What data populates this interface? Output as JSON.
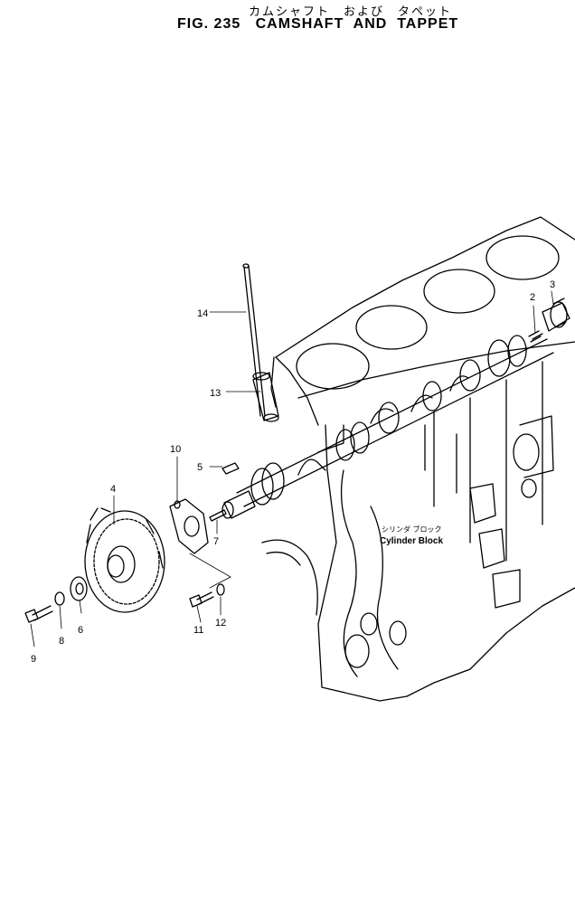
{
  "header": {
    "title_jp": "カムシャフト　および　タペット",
    "title_en": "FIG. 235   CAMSHAFT  AND  TAPPET"
  },
  "block_label": {
    "jp": "シリンダ ブロック",
    "en": "Cylinder Block"
  },
  "callouts": [
    "2",
    "3",
    "4",
    "5",
    "6",
    "7",
    "8",
    "9",
    "10",
    "11",
    "12",
    "13",
    "14"
  ],
  "colors": {
    "line": "#000000",
    "background": "#ffffff"
  }
}
